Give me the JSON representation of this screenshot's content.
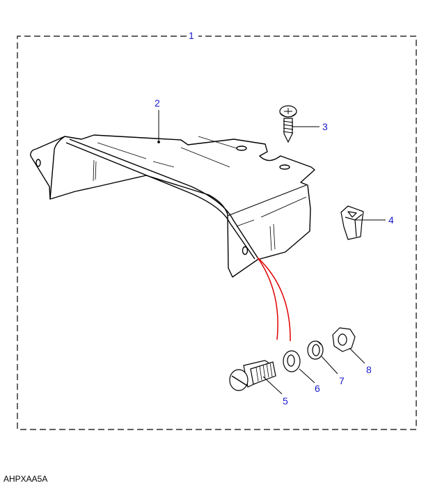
{
  "diagram": {
    "callouts": [
      "1",
      "2",
      "3",
      "4",
      "5",
      "6",
      "7",
      "8"
    ],
    "colors": {
      "callout": "#1a1acc",
      "line": "#000000",
      "link": "#e00000"
    }
  },
  "footer": {
    "code": "AHPXAA5A"
  }
}
